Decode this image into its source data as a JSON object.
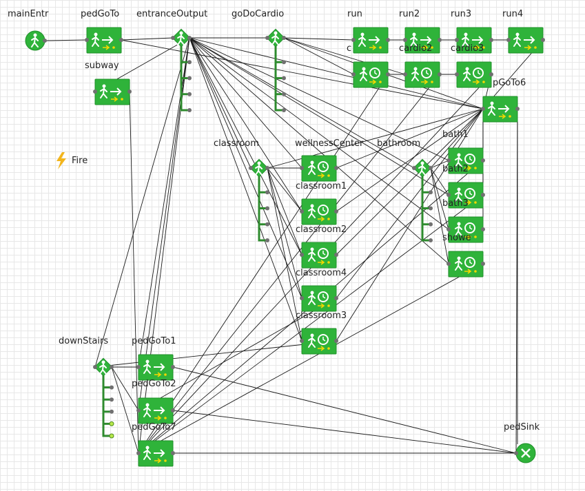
{
  "colors": {
    "block": "#2fb33a",
    "block_edge": "#1f8f29",
    "icon": "#ffffff",
    "arrow": "#f5d800",
    "wire": "#1a1a1a",
    "grid": "#e7e7e7",
    "event_icon": "#f2b51c"
  },
  "event": {
    "label": "Fire",
    "icon": "lightning-icon"
  },
  "blocks": [
    {
      "id": "mainEntr",
      "label": "mainEntr",
      "type": "source"
    },
    {
      "id": "pedGoTo",
      "label": "pedGoTo",
      "type": "goto"
    },
    {
      "id": "subway",
      "label": "subway",
      "type": "goto"
    },
    {
      "id": "entranceOutput",
      "label": "entranceOutput",
      "type": "select"
    },
    {
      "id": "goDoCardio",
      "label": "goDoCardio",
      "type": "select"
    },
    {
      "id": "run",
      "label": "run",
      "type": "goto"
    },
    {
      "id": "run2",
      "label": "run2",
      "type": "goto"
    },
    {
      "id": "run3",
      "label": "run3",
      "type": "goto"
    },
    {
      "id": "run4",
      "label": "run4",
      "type": "goto"
    },
    {
      "id": "cardio1",
      "label": "c",
      "type": "service"
    },
    {
      "id": "cardio2",
      "label": "cardio2",
      "type": "service"
    },
    {
      "id": "cardio3",
      "label": "cardio3",
      "type": "service"
    },
    {
      "id": "pedGoTo6",
      "label": "pGoTo6",
      "type": "goto"
    },
    {
      "id": "classroom",
      "label": "classroom",
      "type": "select"
    },
    {
      "id": "wellnessCenter",
      "label": "wellnessCenter",
      "type": "service"
    },
    {
      "id": "classroom1",
      "label": "classroom1",
      "type": "service"
    },
    {
      "id": "classroom2",
      "label": "classroom2",
      "type": "service"
    },
    {
      "id": "classroom4",
      "label": "classroom4",
      "type": "service"
    },
    {
      "id": "classroom3",
      "label": "classroom3",
      "type": "service"
    },
    {
      "id": "bathroom",
      "label": "bathroom",
      "type": "select"
    },
    {
      "id": "bath1",
      "label": "bath1",
      "type": "service"
    },
    {
      "id": "bath2",
      "label": "bath2",
      "type": "service"
    },
    {
      "id": "bath3",
      "label": "bath3",
      "type": "service"
    },
    {
      "id": "shower",
      "label": "showe",
      "type": "service"
    },
    {
      "id": "downStairs",
      "label": "downStairs",
      "type": "select"
    },
    {
      "id": "pedGoTo1",
      "label": "pedGoTo1",
      "type": "goto"
    },
    {
      "id": "pedGoTo2",
      "label": "pedGoTo2",
      "type": "goto"
    },
    {
      "id": "pedGoTo7",
      "label": "pedGoTo7",
      "type": "goto"
    },
    {
      "id": "pedSink",
      "label": "pedSink",
      "type": "sink"
    }
  ],
  "connections": [
    [
      "mainEntr",
      "pedGoTo"
    ],
    [
      "pedGoTo",
      "entranceOutput"
    ],
    [
      "entranceOutput",
      "goDoCardio"
    ],
    [
      "entranceOutput",
      "subway"
    ],
    [
      "entranceOutput",
      "classroom"
    ],
    [
      "entranceOutput",
      "bathroom"
    ],
    [
      "entranceOutput",
      "pedGoTo6"
    ],
    [
      "entranceOutput",
      "wellnessCenter"
    ],
    [
      "entranceOutput",
      "classroom1"
    ],
    [
      "entranceOutput",
      "classroom2"
    ],
    [
      "entranceOutput",
      "classroom4"
    ],
    [
      "entranceOutput",
      "classroom3"
    ],
    [
      "entranceOutput",
      "bath1"
    ],
    [
      "entranceOutput",
      "bath2"
    ],
    [
      "entranceOutput",
      "bath3"
    ],
    [
      "entranceOutput",
      "shower"
    ],
    [
      "entranceOutput",
      "pedGoTo1"
    ],
    [
      "entranceOutput",
      "pedGoTo2"
    ],
    [
      "entranceOutput",
      "pedGoTo7"
    ],
    [
      "entranceOutput",
      "downStairs"
    ],
    [
      "goDoCardio",
      "run"
    ],
    [
      "goDoCardio",
      "cardio1"
    ],
    [
      "goDoCardio",
      "cardio2"
    ],
    [
      "goDoCardio",
      "pedGoTo6"
    ],
    [
      "run",
      "run2"
    ],
    [
      "run2",
      "run3"
    ],
    [
      "run3",
      "run4"
    ],
    [
      "cardio1",
      "cardio2"
    ],
    [
      "cardio2",
      "cardio3"
    ],
    [
      "run4",
      "pedGoTo6"
    ],
    [
      "cardio3",
      "pedGoTo6"
    ],
    [
      "subway",
      "pedGoTo7"
    ],
    [
      "pedGoTo",
      "pedGoTo6"
    ],
    [
      "classroom",
      "wellnessCenter"
    ],
    [
      "classroom",
      "classroom1"
    ],
    [
      "classroom",
      "classroom2"
    ],
    [
      "classroom",
      "classroom4"
    ],
    [
      "classroom",
      "classroom3"
    ],
    [
      "classroom",
      "pedGoTo6"
    ],
    [
      "bathroom",
      "bath1"
    ],
    [
      "bathroom",
      "bath2"
    ],
    [
      "bathroom",
      "bath3"
    ],
    [
      "bathroom",
      "shower"
    ],
    [
      "bathroom",
      "pedGoTo6"
    ],
    [
      "bath1",
      "pedGoTo6"
    ],
    [
      "bath2",
      "pedGoTo6"
    ],
    [
      "bath3",
      "pedGoTo6"
    ],
    [
      "wellnessCenter",
      "pedGoTo6"
    ],
    [
      "classroom1",
      "pedGoTo6"
    ],
    [
      "classroom2",
      "pedGoTo6"
    ],
    [
      "classroom4",
      "pedGoTo6"
    ],
    [
      "classroom3",
      "pedGoTo6"
    ],
    [
      "cardio1",
      "pedGoTo7"
    ],
    [
      "cardio2",
      "pedGoTo7"
    ],
    [
      "cardio3",
      "pedGoTo7"
    ],
    [
      "bath1",
      "pedGoTo7"
    ],
    [
      "bath2",
      "pedGoTo7"
    ],
    [
      "shower",
      "pedGoTo7"
    ],
    [
      "classroom4",
      "pedGoTo2"
    ],
    [
      "classroom3",
      "downStairs"
    ],
    [
      "downStairs",
      "pedGoTo1"
    ],
    [
      "downStairs",
      "pedGoTo2"
    ],
    [
      "downStairs",
      "pedGoTo7"
    ],
    [
      "pedGoTo1",
      "pedSink"
    ],
    [
      "pedGoTo2",
      "pedSink"
    ],
    [
      "pedGoTo7",
      "pedSink"
    ],
    [
      "pedGoTo6",
      "pedSink"
    ]
  ]
}
